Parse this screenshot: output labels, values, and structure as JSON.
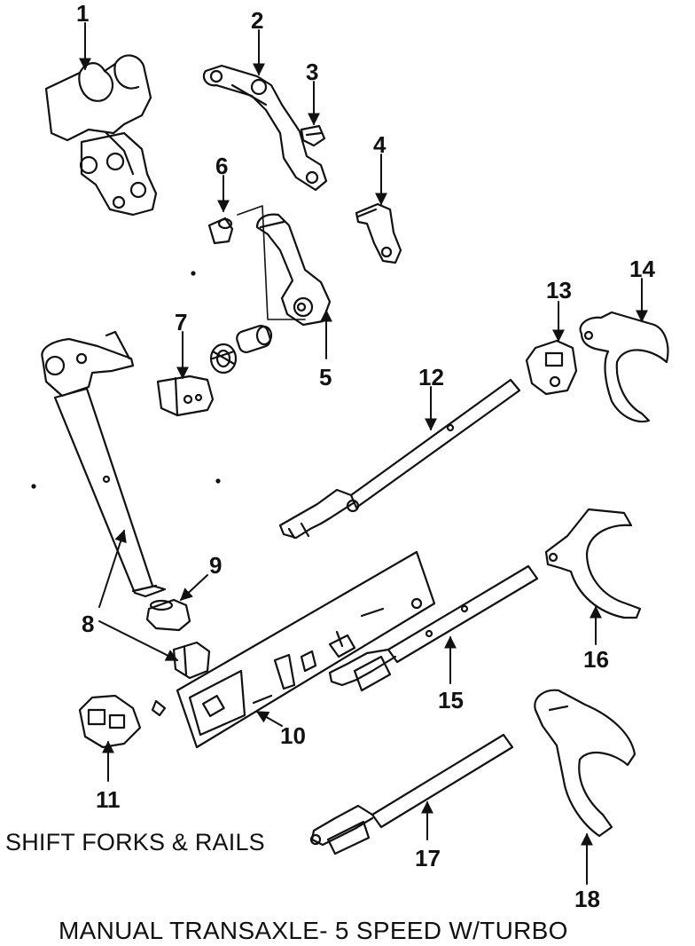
{
  "section_title": "SHIFT FORKS & RAILS",
  "diagram_title": "MANUAL TRANSAXLE- 5 SPEED W/TURBO",
  "callouts": [
    {
      "id": "1",
      "label": "1"
    },
    {
      "id": "2",
      "label": "2"
    },
    {
      "id": "3",
      "label": "3"
    },
    {
      "id": "4",
      "label": "4"
    },
    {
      "id": "5",
      "label": "5"
    },
    {
      "id": "6",
      "label": "6"
    },
    {
      "id": "7",
      "label": "7"
    },
    {
      "id": "8",
      "label": "8"
    },
    {
      "id": "9",
      "label": "9"
    },
    {
      "id": "10",
      "label": "10"
    },
    {
      "id": "11",
      "label": "11"
    },
    {
      "id": "12",
      "label": "12"
    },
    {
      "id": "13",
      "label": "13"
    },
    {
      "id": "14",
      "label": "14"
    },
    {
      "id": "15",
      "label": "15"
    },
    {
      "id": "16",
      "label": "16"
    },
    {
      "id": "17",
      "label": "17"
    },
    {
      "id": "18",
      "label": "18"
    }
  ],
  "colors": {
    "ink": "#111111",
    "paper": "#ffffff"
  }
}
